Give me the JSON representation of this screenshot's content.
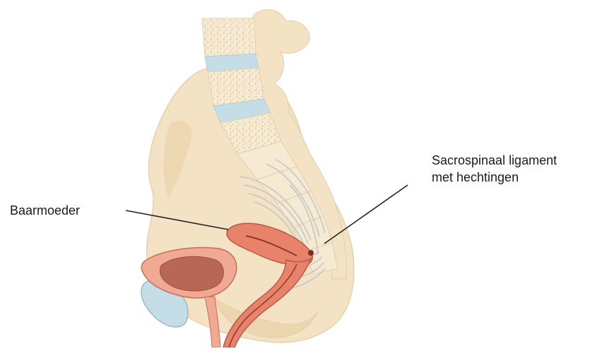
{
  "labels": {
    "uterus": "Baarmoeder",
    "ligament_line1": "Sacrospinaal ligament",
    "ligament_line2": "met hechtingen"
  },
  "colors": {
    "bone_fill": "#f3e2c3",
    "bone_dark": "#e8cfa5",
    "bone_outline": "#e3cfae",
    "vertebra_speckle": "#d9bf93",
    "disc_blue": "#c4dde6",
    "ligament_grey": "#cfcfcf",
    "uterus_fill": "#e8826a",
    "uterus_outline": "#b85a47",
    "bladder_inner": "#b86655",
    "leader_line": "#222222"
  }
}
